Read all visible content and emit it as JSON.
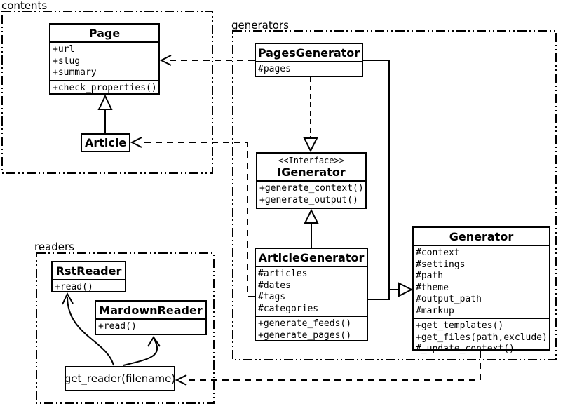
{
  "packages": {
    "contents": {
      "label": "contents"
    },
    "generators": {
      "label": "generators"
    },
    "readers": {
      "label": "readers"
    }
  },
  "classes": {
    "page": {
      "title": "Page",
      "attributes": [
        "+url",
        "+slug",
        "+summary"
      ],
      "methods": [
        "+check_properties()"
      ]
    },
    "article": {
      "title": "Article"
    },
    "pages_generator": {
      "title": "PagesGenerator",
      "attributes": [
        "#pages"
      ]
    },
    "igenerator": {
      "stereotype": "<<Interface>>",
      "title": "IGenerator",
      "methods": [
        "+generate_context()",
        "+generate_output()"
      ]
    },
    "article_generator": {
      "title": "ArticleGenerator",
      "attributes": [
        "#articles",
        "#dates",
        "#tags",
        "#categories"
      ],
      "methods": [
        "+generate_feeds()",
        "+generate_pages()"
      ]
    },
    "generator": {
      "title": "Generator",
      "attributes": [
        "#context",
        "#settings",
        "#path",
        "#theme",
        "#output_path",
        "#markup"
      ],
      "methods": [
        "+get_templates()",
        "+get_files(path,exclude)",
        "#_update_context()"
      ]
    },
    "rst_reader": {
      "title": "RstReader",
      "methods": [
        "+read()"
      ]
    },
    "mardown_reader": {
      "title": "MardownReader",
      "methods": [
        "+read()"
      ]
    },
    "get_reader": {
      "label": "get_reader(filename)"
    }
  },
  "relations": [
    {
      "from": "PagesGenerator",
      "to": "Page",
      "type": "dashed-dependency"
    },
    {
      "from": "ArticleGenerator",
      "to": "Article",
      "type": "dashed-dependency"
    },
    {
      "from": "PagesGenerator",
      "to": "IGenerator",
      "type": "dashed-realization"
    },
    {
      "from": "ArticleGenerator",
      "to": "IGenerator",
      "type": "generalization"
    },
    {
      "from": "Article",
      "to": "Page",
      "type": "generalization"
    },
    {
      "from": "PagesGenerator",
      "to": "Generator",
      "type": "generalization"
    },
    {
      "from": "ArticleGenerator",
      "to": "Generator",
      "type": "generalization"
    },
    {
      "from": "Generator",
      "to": "get_reader(filename)",
      "type": "dashed-dependency"
    },
    {
      "from": "get_reader(filename)",
      "to": "RstReader",
      "type": "curved-arrow"
    },
    {
      "from": "get_reader(filename)",
      "to": "MardownReader",
      "type": "curved-arrow"
    }
  ],
  "colors": {
    "line": "#000000",
    "background": "#ffffff",
    "box_fill": "#ffffff"
  }
}
